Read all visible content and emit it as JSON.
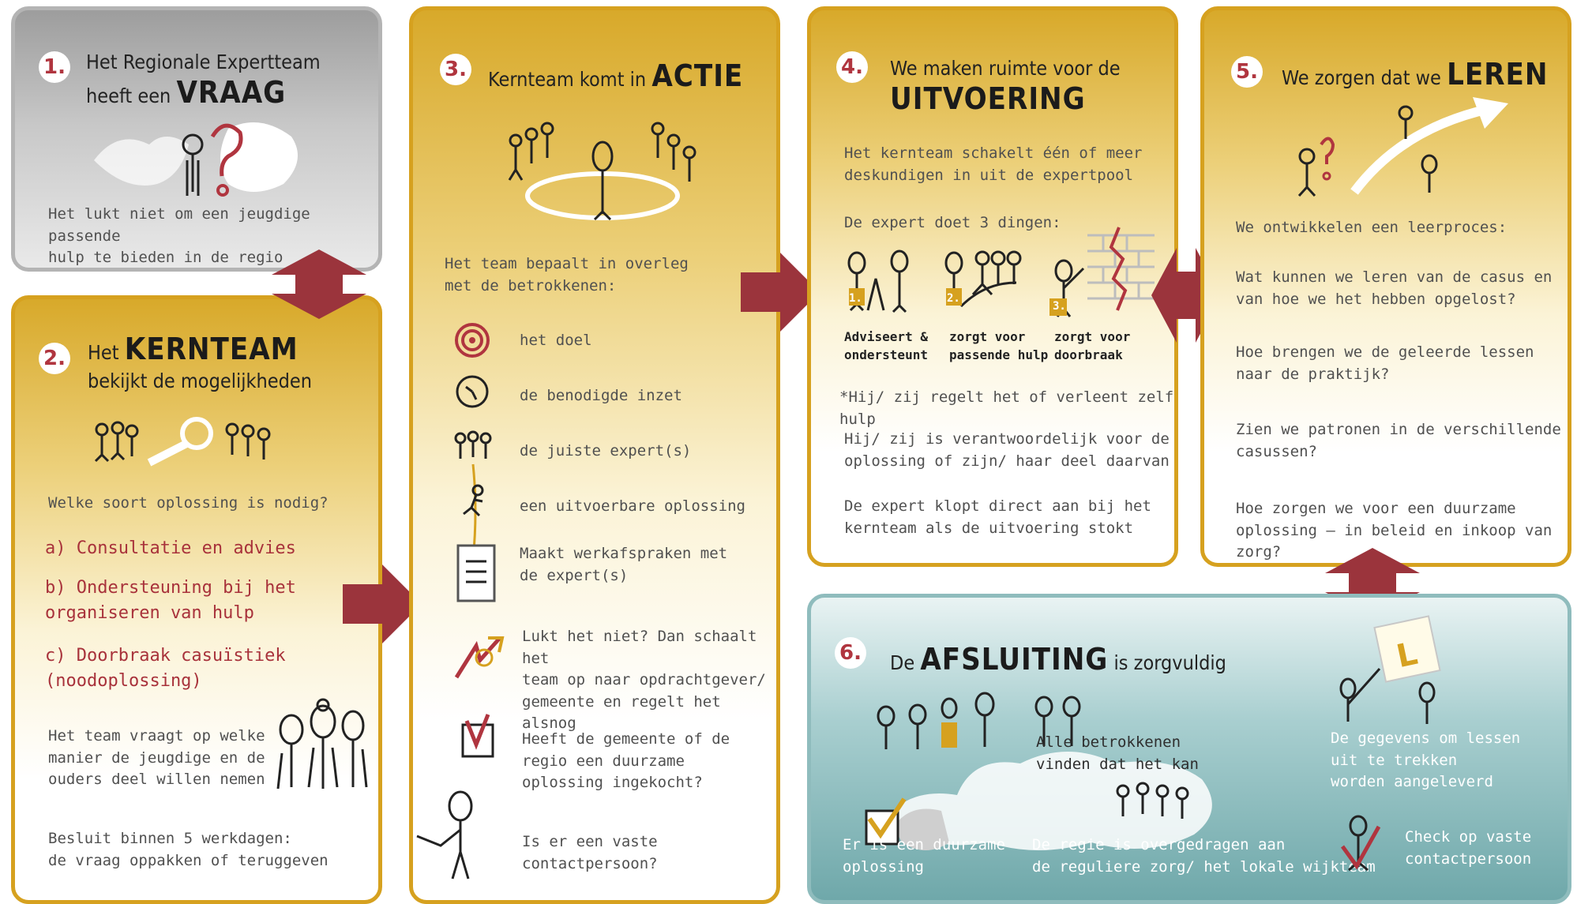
{
  "colors": {
    "accent_red": "#9b343c",
    "gold": "#d6a11f",
    "grey": "#b4b4b4",
    "teal": "#8fbcbd"
  },
  "panel1": {
    "number": "1.",
    "title_line1": "Het Regionale Expertteam",
    "title_line2_pre": "heeft een",
    "title_line2_big": "VRAAG",
    "body": "Het lukt niet om een jeugdige passende\nhulp te bieden in de regio"
  },
  "panel2": {
    "number": "2.",
    "title_pre": "Het",
    "title_big": "KERNTEAM",
    "title_line2": "bekijkt de mogelijkheden",
    "question": "Welke soort oplossing is nodig?",
    "option_a": "a) Consultatie en advies",
    "option_b": "b) Ondersteuning bij het\n   organiseren van hulp",
    "option_c": "c) Doorbraak casuïstiek\n(noodoplossing)",
    "team_text": "Het team vraagt op welke\nmanier de jeugdige en de\nouders deel willen nemen",
    "decision": "Besluit binnen 5 werkdagen:\nde vraag oppakken of teruggeven"
  },
  "panel3": {
    "number": "3.",
    "title_pre": "Kernteam komt in",
    "title_big": "ACTIE",
    "intro": "Het team bepaalt in overleg\nmet de betrokkenen:",
    "items": [
      {
        "icon": "target-icon",
        "label": "het doel"
      },
      {
        "icon": "clock-icon",
        "label": "de benodigde inzet"
      },
      {
        "icon": "people-icon",
        "label": "de juiste expert(s)"
      },
      {
        "icon": "runner-icon",
        "label": "een uitvoerbare oplossing"
      },
      {
        "icon": "document-icon",
        "label": "Maakt werkafspraken met\nde expert(s)"
      },
      {
        "icon": "escalate-arrow-icon",
        "label": "Lukt het niet? Dan schaalt het\nteam op naar opdrachtgever/\ngemeente en regelt het alsnog"
      },
      {
        "icon": "checkbox-icon",
        "label": "Heeft de gemeente of de\nregio een duurzame\noplossing ingekocht?"
      },
      {
        "icon": "contact-person-icon",
        "label": "Is er een vaste\ncontactpersoon?"
      }
    ]
  },
  "panel4": {
    "number": "4.",
    "title_line1": "We maken ruimte voor de",
    "title_big": "UITVOERING",
    "intro": "Het kernteam schakelt één of meer\ndeskundigen in uit de expertpool",
    "expert_heading": "De expert doet 3 dingen:",
    "roles": [
      {
        "badge": "1.",
        "label": "Adviseert &\nondersteunt"
      },
      {
        "badge": "2.",
        "label": "zorgt voor\npassende hulp"
      },
      {
        "badge": "3.",
        "label": "zorgt voor\ndoorbraak"
      }
    ],
    "note1": "*Hij/ zij regelt het of verleent zelf hulp",
    "note2": "Hij/ zij is verantwoordelijk voor de\noplossing of zijn/ haar deel daarvan",
    "note3": "De expert klopt direct aan bij het\nkernteam als de uitvoering stokt"
  },
  "panel5": {
    "number": "5.",
    "title_pre": "We zorgen dat we",
    "title_big": "LEREN",
    "intro": "We ontwikkelen een leerproces:",
    "q1": "Wat kunnen we leren van de casus en\nvan hoe we het hebben opgelost?",
    "q2": "Hoe brengen we de geleerde lessen\nnaar de praktijk?",
    "q3": "Zien we patronen in de verschillende\ncasussen?",
    "q4": "Hoe zorgen we voor een duurzame\noplossing – in beleid en inkoop van zorg?"
  },
  "panel6": {
    "number": "6.",
    "title_pre": "De",
    "title_big": "AFSLUITING",
    "title_post": "is zorgvuldig",
    "all_parties": "Alle betrokkenen\nvinden dat het kan",
    "sustainable": "Er is een duurzame\noplossing",
    "handover": "De regie is overgedragen aan\nde reguliere zorg/ het lokale wijkteam",
    "lessons": "De gegevens om lessen\nuit te trekken\nworden aangeleverd",
    "check": "Check op vaste\ncontactpersoon",
    "sign_letter": "L"
  }
}
